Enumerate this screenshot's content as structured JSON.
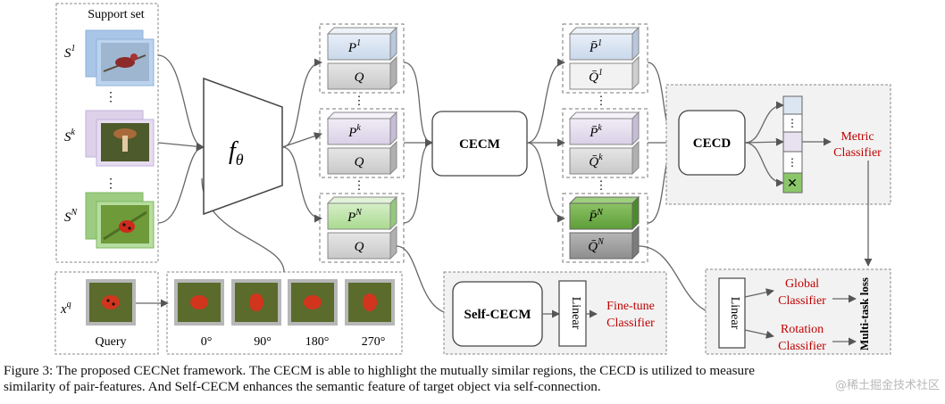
{
  "support": {
    "title": "Support set",
    "s1": {
      "base": "S",
      "sup": "1"
    },
    "sk": {
      "base": "S",
      "sup": "k"
    },
    "sn": {
      "base": "S",
      "sup": "N"
    },
    "dots": "⋮"
  },
  "query": {
    "label": "Query",
    "x_base": "x",
    "x_sup": "q"
  },
  "rotations": [
    "0°",
    "90°",
    "180°",
    "270°"
  ],
  "encoder": {
    "f": "f",
    "sub": "θ"
  },
  "features": {
    "p1": {
      "base": "P",
      "sup": "1"
    },
    "pk": {
      "base": "P",
      "sup": "k"
    },
    "pn": {
      "base": "P",
      "sup": "N"
    },
    "q": "Q",
    "dots": "⋮"
  },
  "modules": {
    "cecm": "CECM",
    "cecd": "CECD",
    "self_cecm": "Self-CECM",
    "linear": "Linear"
  },
  "enhanced": {
    "p1": {
      "base": "P̄",
      "sup": "1"
    },
    "q1": {
      "base": "Q̄",
      "sup": "1"
    },
    "pk": {
      "base": "P̄",
      "sup": "k"
    },
    "qk": {
      "base": "Q̄",
      "sup": "k"
    },
    "pn": {
      "base": "P̄",
      "sup": "N"
    },
    "qn": {
      "base": "Q̄",
      "sup": "N"
    }
  },
  "metric": {
    "dots": "⋮",
    "mark": "✕",
    "line1": "Metric",
    "line2": "Classifier"
  },
  "finetune": {
    "line1": "Fine-tune",
    "line2": "Classifier"
  },
  "global": {
    "line1": "Global",
    "line2": "Classifier"
  },
  "rotation": {
    "line1": "Rotation",
    "line2": "Classifier"
  },
  "multitask": "Multi-task loss",
  "caption": {
    "line1": "Figure 3: The proposed CECNet framework. The CECM is able to highlight the mutually similar regions, the CECD is utilized to measure",
    "line2": "similarity of pair-features. And Self-CECM enhances the semantic feature of target object via self-connection."
  },
  "watermark": "@稀土掘金技术社区",
  "colors": {
    "red_label": "#c00000",
    "p1_blue": "#dce6f2",
    "pk_purple": "#e7e1f0",
    "pn_green": "#c3e6b0",
    "pn_bar_green": "#73b34b",
    "q_gray": "#d8d8d8",
    "qn_bar_gray": "#9f9f9f",
    "panel_gray": "#f1f1f1"
  }
}
